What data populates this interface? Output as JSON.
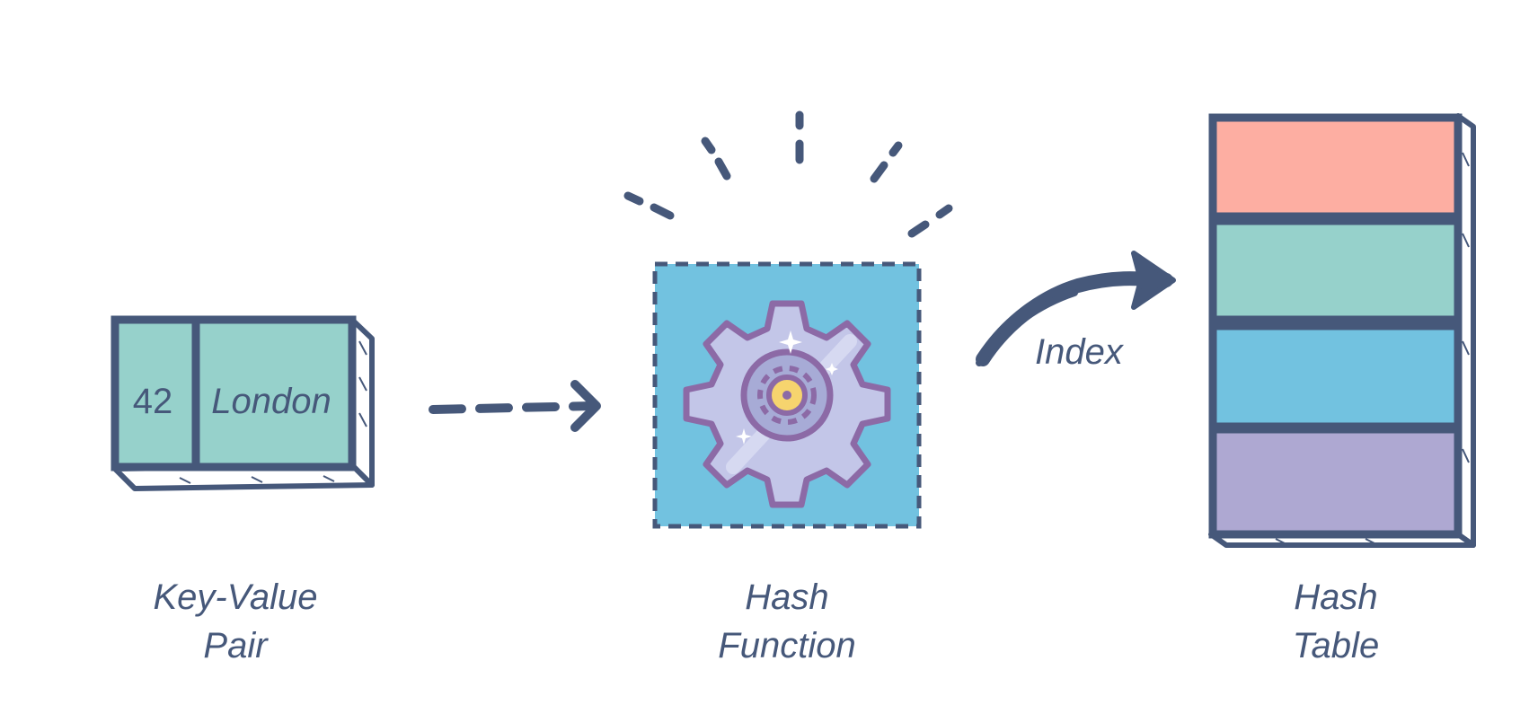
{
  "diagram": {
    "key_value_pair": {
      "key": "42",
      "value": "London",
      "caption_line1": "Key-Value",
      "caption_line2": "Pair"
    },
    "hash_function": {
      "caption_line1": "Hash",
      "caption_line2": "Function",
      "icon": "gear-icon"
    },
    "hash_table": {
      "caption_line1": "Hash",
      "caption_line2": "Table",
      "slots": [
        {
          "color": "#fdaea2"
        },
        {
          "color": "#96d1cb"
        },
        {
          "color": "#72c2e0"
        },
        {
          "color": "#aea8d2"
        }
      ]
    },
    "index_label": "Index",
    "colors": {
      "outline": "#46587a",
      "pair_fill": "#96d1cb",
      "function_fill": "#72c2e0",
      "gear_fill": "#c3c6e8",
      "gear_outline": "#8c6aa6",
      "gear_center": "#f6d46e"
    }
  }
}
